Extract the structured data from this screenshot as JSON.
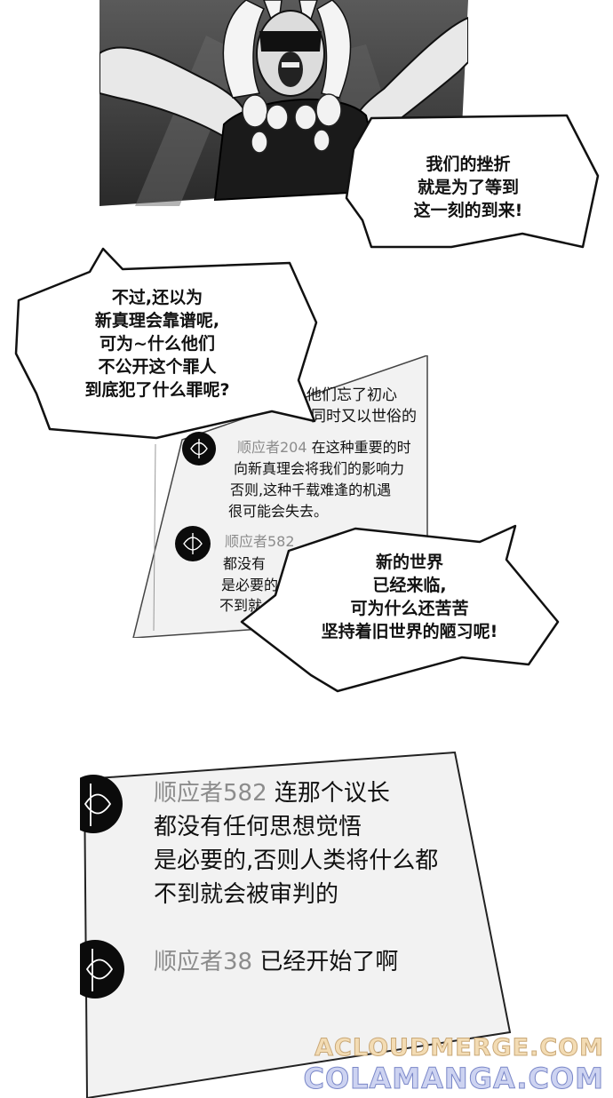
{
  "bubbles": {
    "top_right": [
      "我们的挫折",
      "就是为了等到",
      "这一刻的到来!"
    ],
    "left": [
      "不过,还以为",
      "新真理会靠谱呢,",
      "可为~什么他们",
      "不公开这个罪人",
      "到底犯了什么罪呢?"
    ],
    "mid_right": [
      "新的世界",
      "已经来临,",
      "可为什么还苦苦",
      "坚持着旧世界的陋习呢!"
    ]
  },
  "small_paper": {
    "top_lines": [
      "他们忘了初心",
      "同时又以世俗的"
    ],
    "comment1": {
      "user": "顺应者204",
      "lines": [
        "在这种重要的时",
        "向新真理会将我们的影响力",
        "否则,这种千载难逢的机遇",
        "很可能会失去。"
      ]
    },
    "comment2": {
      "user": "顺应者582",
      "lines": [
        "都没有",
        "是必要的",
        "不到就"
      ]
    }
  },
  "large_paper": {
    "comment1": {
      "user": "顺应者582",
      "first": "连那个议长",
      "lines": [
        "都没有任何思想觉悟",
        "是必要的,否则人类将什么都",
        "不到就会被审判的"
      ]
    },
    "comment2": {
      "user": "顺应者38",
      "text": "已经开始了啊"
    }
  },
  "watermark": {
    "line1": "ACLOUDMERGE.COM",
    "line2": "COLAMANGA.COM"
  },
  "colors": {
    "username_gray": "#8c8c8c",
    "paper_light": "#f2f2f2",
    "watermark_gold": "#f3dcb4",
    "watermark_blue": "#cdd3f1"
  }
}
